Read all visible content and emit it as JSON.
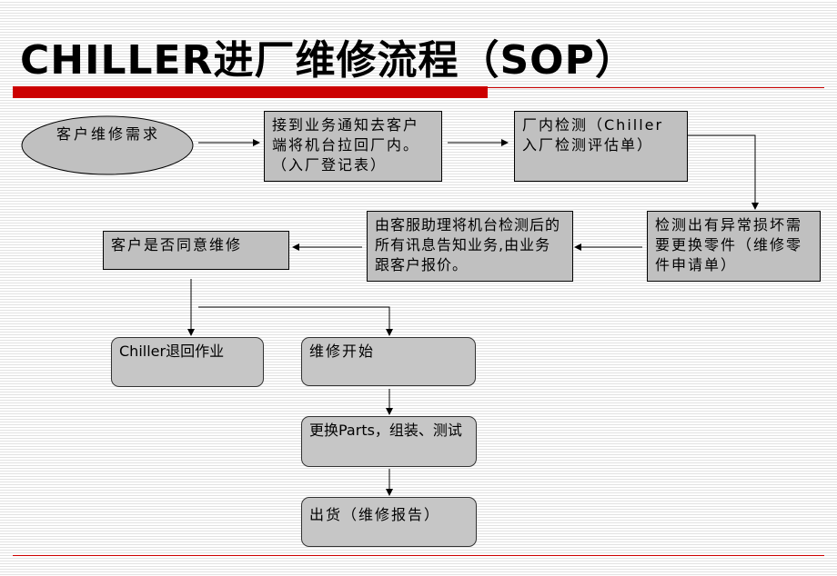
{
  "title": "CHILLER进厂维修流程（SOP）",
  "colors": {
    "accent": "#cc0000",
    "box_fill": "#c0c0c0"
  },
  "nodes": {
    "customer_request": "客户维修需求",
    "receive_business": "接到业务通知去客户端将机台拉回厂内。（入厂登记表）",
    "factory_inspection": "厂内检测（Chiller入厂检测评估单）",
    "abnormal_found": "检测出有异常损坏需要更换零件（维修零件申请单）",
    "notify_quote": "由客服助理将机台检测后的所有讯息告知业务,由业务跟客户报价。",
    "customer_agree": "客户是否同意维修",
    "chiller_return": "Chiller退回作业",
    "repair_start": "维修开始",
    "replace_parts": "更换Parts，组装、测试",
    "shipment": "出货（维修报告）"
  }
}
